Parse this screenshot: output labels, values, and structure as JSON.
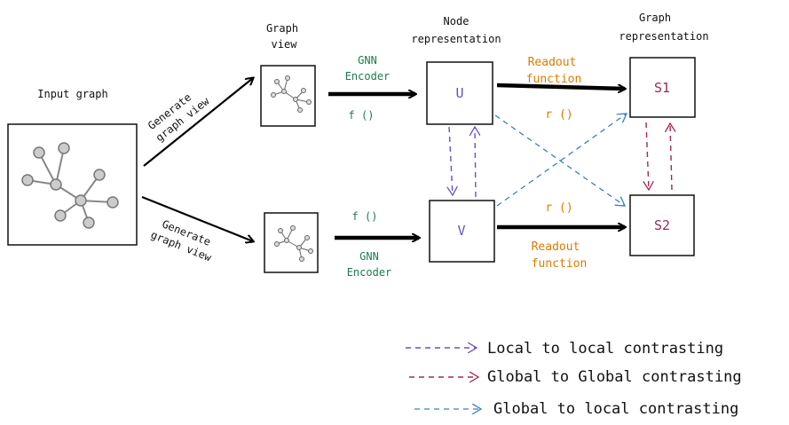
{
  "labels": {
    "input_graph": "Input graph",
    "generate_top_1": "Generate",
    "generate_top_2": "graph view",
    "generate_bot_1": "Generate",
    "generate_bot_2": "graph view",
    "graph_view_1": "Graph",
    "graph_view_2": "view",
    "node_rep_1": "Node",
    "node_rep_2": "representation",
    "graph_rep_1": "Graph",
    "graph_rep_2": "representation",
    "gnn_top_1": "GNN",
    "gnn_top_2": "Encoder",
    "f_top": "f ()",
    "f_bot": "f ()",
    "gnn_bot_1": "GNN",
    "gnn_bot_2": "Encoder",
    "readout_top_1": "Readout",
    "readout_top_2": "function",
    "r_top": "r ()",
    "r_bot": "r ()",
    "readout_bot_1": "Readout",
    "readout_bot_2": "function",
    "node_u": "U",
    "node_v": "V",
    "node_s1": "S1",
    "node_s2": "S2"
  },
  "legend": [
    {
      "label": "Local to local contrasting",
      "color": "#6a4fc9"
    },
    {
      "label": "Global to Global contrasting",
      "color": "#a0285a"
    },
    {
      "label": "Global to local contrasting",
      "color": "#3a7fc4"
    }
  ],
  "colors": {
    "local": "#6a4fc9",
    "global": "#a0285a",
    "global_local": "#3a7fc4",
    "green": "#1f7a4f",
    "orange": "#e07b00",
    "node_fill": "#cccccc"
  }
}
